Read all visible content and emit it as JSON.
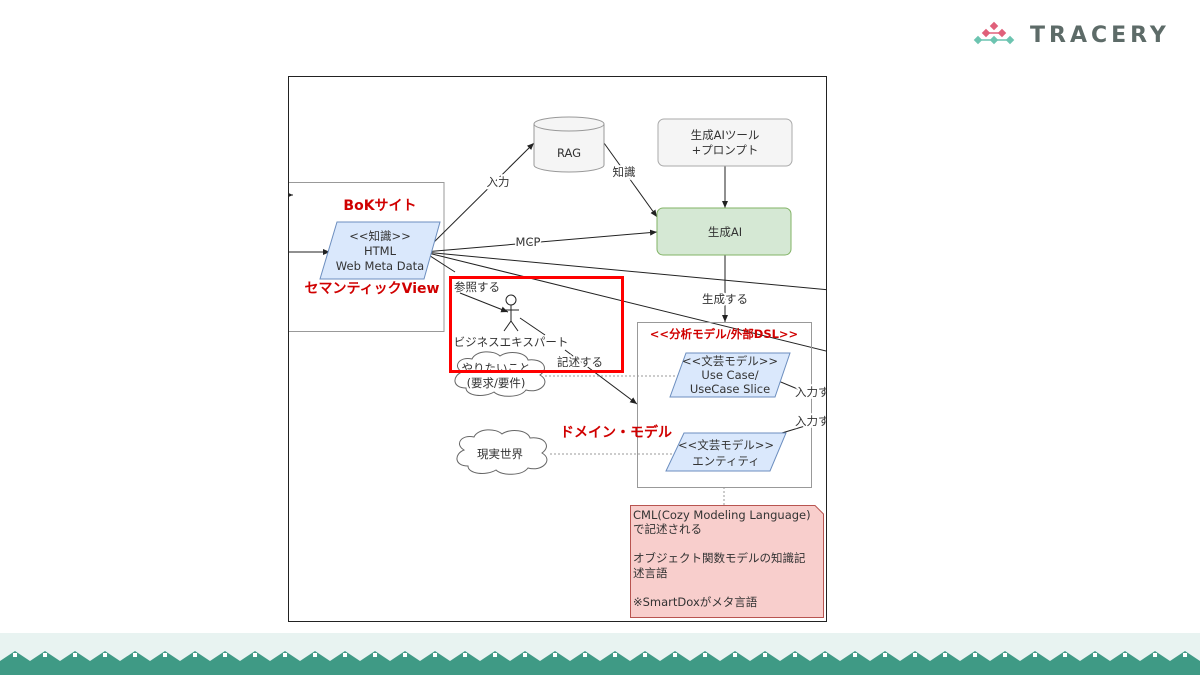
{
  "brand": {
    "name": "TRACERY",
    "colors": {
      "pink": "#e0607a",
      "teal": "#6cc4b0",
      "text": "#5d6b68"
    }
  },
  "diagram": {
    "bok_site_title": "BoKサイト",
    "knowledge_node": {
      "line1": "<<知識>>",
      "line2": "HTML",
      "line3": "Web Meta Data"
    },
    "semantic_view_label": "セマンティックView",
    "rag": "RAG",
    "gen_ai_tool": {
      "line1": "生成AIツール",
      "line2": "+プロンプト"
    },
    "gen_ai": "生成AI",
    "edge_input": "入力",
    "edge_knowledge": "知識",
    "edge_mcp": "MCP",
    "edge_generate": "生成する",
    "edge_refer": "参照する",
    "actor": "ビジネスエキスパート",
    "edge_describe": "記述する",
    "cloud_wants": {
      "line1": "やりたいこと",
      "line2": "(要求/要件)"
    },
    "cloud_real_world": "現実世界",
    "analysis_model_title": "<<分析モデル/外部DSL>>",
    "use_case_node": {
      "line1": "<<文芸モデル>>",
      "line2": "Use Case/",
      "line3": "UseCase Slice"
    },
    "entity_node": {
      "line1": "<<文芸モデル>>",
      "line2": "エンティティ"
    },
    "edge_input_right_1": "入力す",
    "edge_input_right_2": "入力す",
    "domain_model_label": "ドメイン・モデル",
    "note": {
      "line1": "CML(Cozy Modeling Language)",
      "line2": "で記述される",
      "line3": "オブジェクト関数モデルの知識記",
      "line4": "述言語",
      "line5": "※SmartDoxがメタ言語"
    },
    "colors": {
      "blue_fill": "#dae8fc",
      "green_fill": "#d5e8d4",
      "gray_fill": "#f5f5f5",
      "note_fill": "#f8cecc",
      "highlight": "#ff0000",
      "red_text": "#d00000"
    }
  },
  "footer": {
    "colors": {
      "light": "#e8f3f1",
      "dark": "#3f9a85"
    }
  }
}
